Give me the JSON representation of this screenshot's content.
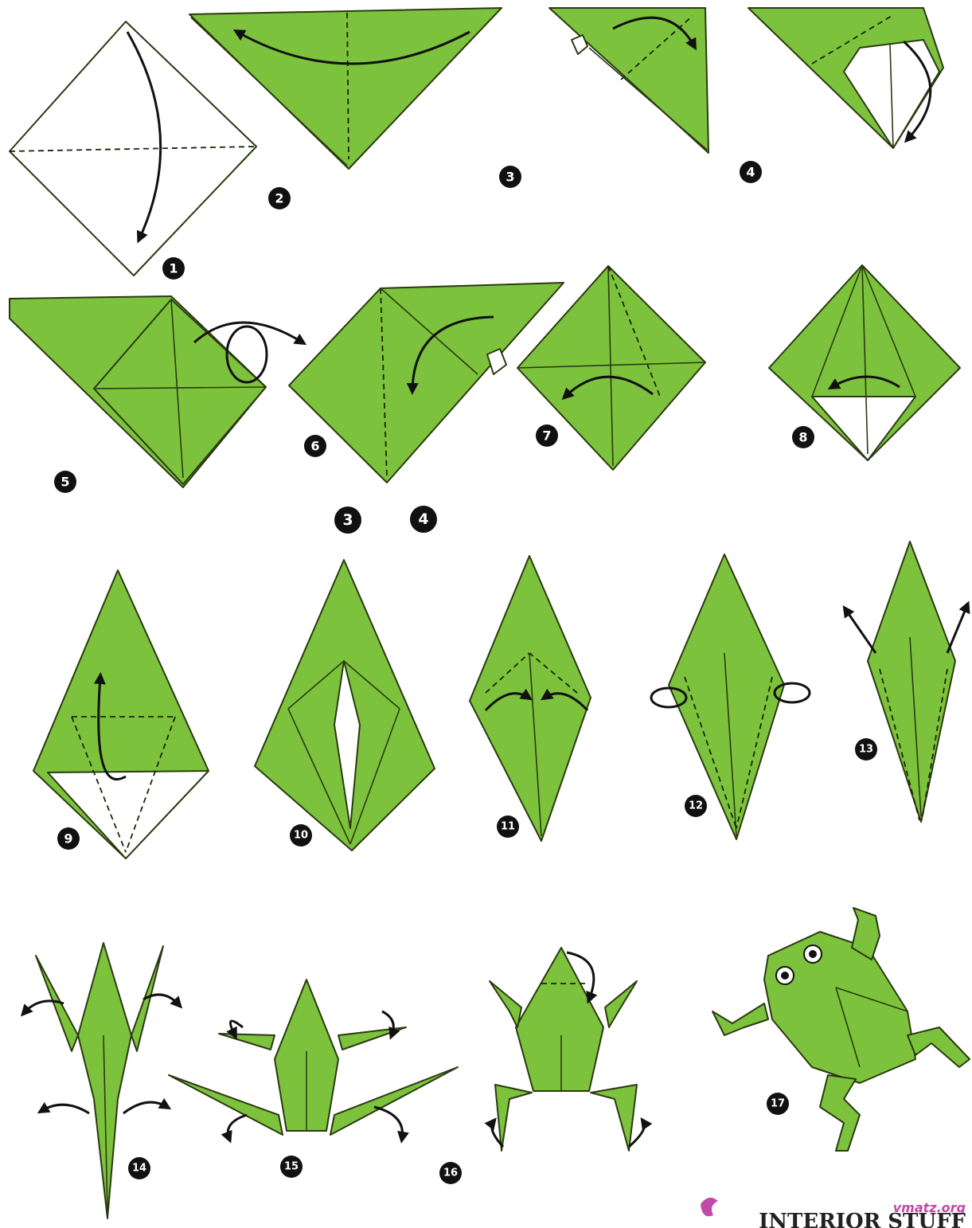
{
  "diagram": {
    "steps": [
      {
        "label": "1"
      },
      {
        "label": "2"
      },
      {
        "label": "3"
      },
      {
        "label": "4"
      },
      {
        "label": "5"
      },
      {
        "label": "6"
      },
      {
        "label": "7"
      },
      {
        "label": "8"
      },
      {
        "label": "9"
      },
      {
        "label": "10"
      },
      {
        "label": "11"
      },
      {
        "label": "12"
      },
      {
        "label": "13"
      },
      {
        "label": "14"
      },
      {
        "label": "15"
      },
      {
        "label": "16"
      },
      {
        "label": "17"
      }
    ],
    "sub_steps": [
      {
        "label": "3"
      },
      {
        "label": "4"
      }
    ]
  },
  "watermark": {
    "site": "vmatz.org",
    "brand": "INTERIOR STUFF"
  },
  "colors": {
    "paper_green": "#7cc23c",
    "paper_white": "#ffffff",
    "ink": "#111111",
    "watermark_pink": "#c24aa8"
  }
}
